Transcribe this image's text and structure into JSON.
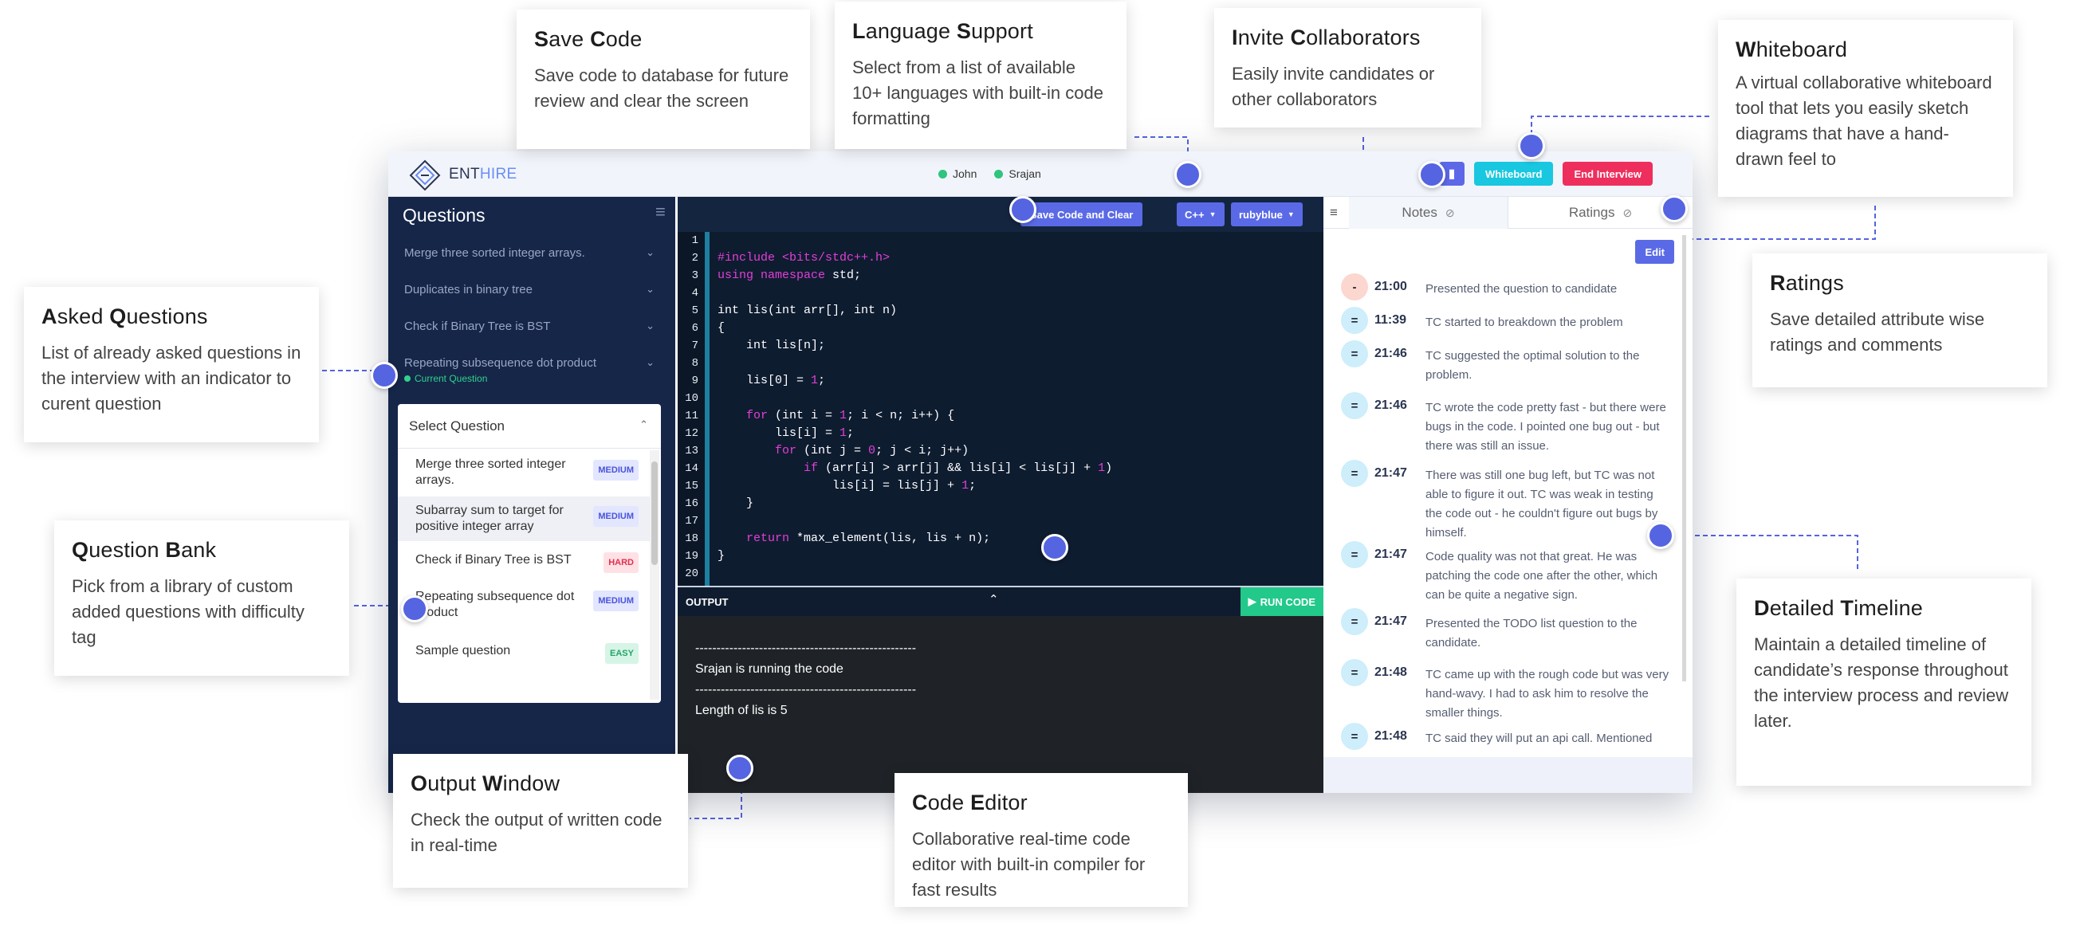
{
  "app": {
    "brand": {
      "part1": "ENT",
      "part2": "HIRE"
    },
    "users": [
      "John",
      "Srajan"
    ],
    "whiteboard_btn": "Whiteboard",
    "end_btn": "End Interview"
  },
  "sidebar": {
    "title": "Questions",
    "asked": [
      {
        "label": "Merge three sorted integer arrays."
      },
      {
        "label": "Duplicates in binary tree"
      },
      {
        "label": "Check if Binary Tree is BST"
      },
      {
        "label": "Repeating subsequence dot product",
        "current": "Current Question"
      }
    ],
    "bank": {
      "placeholder": "Select Question",
      "items": [
        {
          "label": "Merge three sorted integer arrays.",
          "tag": "MEDIUM"
        },
        {
          "label": "Subarray sum to target for positive integer array",
          "tag": "MEDIUM"
        },
        {
          "label": "Check if Binary Tree is BST",
          "tag": "HARD"
        },
        {
          "label": "Repeating subsequence dot product",
          "tag": "MEDIUM"
        },
        {
          "label": "Sample question",
          "tag": "EASY"
        }
      ]
    }
  },
  "editor": {
    "save_btn": "Save Code and Clear",
    "lang": "C++",
    "theme": "rubyblue",
    "line_numbers": [
      "1",
      "2",
      "3",
      "4",
      "5",
      "6",
      "7",
      "8",
      "9",
      "10",
      "11",
      "12",
      "13",
      "14",
      "15",
      "16",
      "17",
      "18",
      "19",
      "20"
    ],
    "lines": [
      "",
      "#include <bits/stdc++.h>",
      "using namespace std;",
      "",
      "int lis(int arr[], int n)",
      "{",
      "    int lis[n];",
      "",
      "    lis[0] = 1;",
      "",
      "    for (int i = 1; i < n; i++) {",
      "        lis[i] = 1;",
      "        for (int j = 0; j < i; j++)",
      "            if (arr[i] > arr[j] && lis[i] < lis[j] + 1)",
      "                lis[i] = lis[j] + 1;",
      "    }",
      "",
      "    return *max_element(lis, lis + n);",
      "}",
      ""
    ]
  },
  "output": {
    "title": "OUTPUT",
    "run_btn": "RUN CODE",
    "lines": [
      "----------------------------------------------------",
      "Srajan is running the code",
      "----------------------------------------------------",
      "Length of lis is 5"
    ]
  },
  "notes": {
    "tab_notes": "Notes",
    "tab_ratings": "Ratings",
    "edit_btn": "Edit",
    "timeline": [
      {
        "sign": "-",
        "time": "21:00",
        "text": "Presented the question to candidate"
      },
      {
        "sign": "=",
        "time": "11:39",
        "text": "TC started to breakdown the problem"
      },
      {
        "sign": "=",
        "time": "21:46",
        "text": "TC suggested the optimal solution to the problem."
      },
      {
        "sign": "=",
        "time": "21:46",
        "text": "TC wrote the code pretty fast - but there were bugs in the code. I pointed one bug out - but there was still an issue."
      },
      {
        "sign": "=",
        "time": "21:47",
        "text": "There was still one bug left, but TC was not able to figure it out. TC was weak in testing the code out - he couldn't figure out bugs by himself."
      },
      {
        "sign": "=",
        "time": "21:47",
        "text": "Code quality was not that great. He was patching the code one after the other, which can be quite a negative sign."
      },
      {
        "sign": "=",
        "time": "21:47",
        "text": "Presented the TODO list question to the candidate."
      },
      {
        "sign": "=",
        "time": "21:48",
        "text": "TC came up with the rough code but was very hand-wavy. I had to ask him to resolve the smaller things."
      },
      {
        "sign": "=",
        "time": "21:48",
        "text": "TC said they will put an api call. Mentioned"
      }
    ]
  },
  "callouts": {
    "save": {
      "cap1": "S",
      "rest1": "ave ",
      "cap2": "C",
      "rest2": "ode",
      "desc": "Save code to database for future review and clear the screen"
    },
    "language": {
      "cap1": "L",
      "rest1": "anguage ",
      "cap2": "S",
      "rest2": "upport",
      "desc": "Select from a list of available 10+ languages with built-in code formatting"
    },
    "invite": {
      "cap1": "I",
      "rest1": "nvite ",
      "cap2": "C",
      "rest2": "ollaborators",
      "desc": "Easily invite candidates or other collaborators"
    },
    "whiteboard": {
      "cap1": "W",
      "rest1": "hiteboard",
      "desc": "A virtual collaborative whiteboard tool that lets you easily sketch diagrams that have a hand-drawn feel to"
    },
    "ratings": {
      "cap1": "R",
      "rest1": "atings",
      "desc": "Save detailed attribute wise ratings and comments"
    },
    "asked": {
      "cap1": "A",
      "rest1": "sked ",
      "cap2": "Q",
      "rest2": "uestions",
      "desc": "List of already asked questions in the interview with an indicator to curent question"
    },
    "bank": {
      "cap1": "Q",
      "rest1": "uestion ",
      "cap2": "B",
      "rest2": "ank",
      "desc": "Pick from a library of custom added questions with difficulty tag"
    },
    "output": {
      "cap1": "O",
      "rest1": "utput ",
      "cap2": "W",
      "rest2": "indow",
      "desc": "Check the output of written code in real-time"
    },
    "editor": {
      "cap1": "C",
      "rest1": "ode ",
      "cap2": "E",
      "rest2": "ditor",
      "desc": "Collaborative real-time code editor with built-in compiler for fast results"
    },
    "timeline": {
      "cap1": "D",
      "rest1": "etailed ",
      "cap2": "T",
      "rest2": "imeline",
      "desc": "Maintain a detailed timeline of candidate’s response throughout the interview process and review later."
    }
  },
  "colors": {
    "accent": "#5564e0",
    "sidebar": "#152649",
    "editor": "#0e1c30",
    "run": "#22c98b",
    "end": "#ee2f5e",
    "whiteboard": "#19c7e0"
  }
}
